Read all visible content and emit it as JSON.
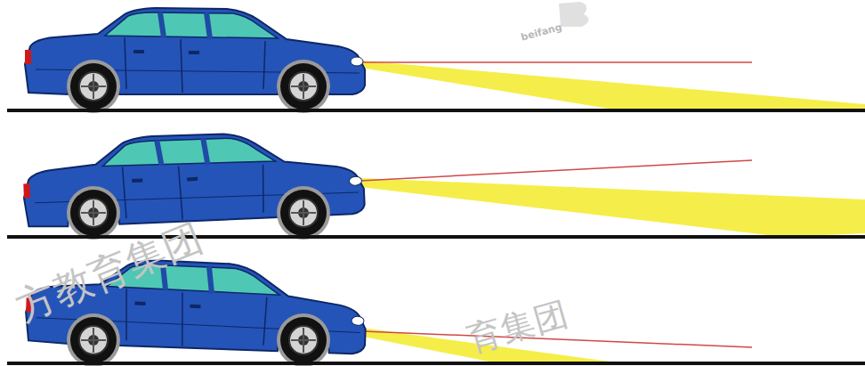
{
  "diagram": {
    "labels": [
      "beifang",
      "方教育集团",
      "育集团"
    ]
  }
}
